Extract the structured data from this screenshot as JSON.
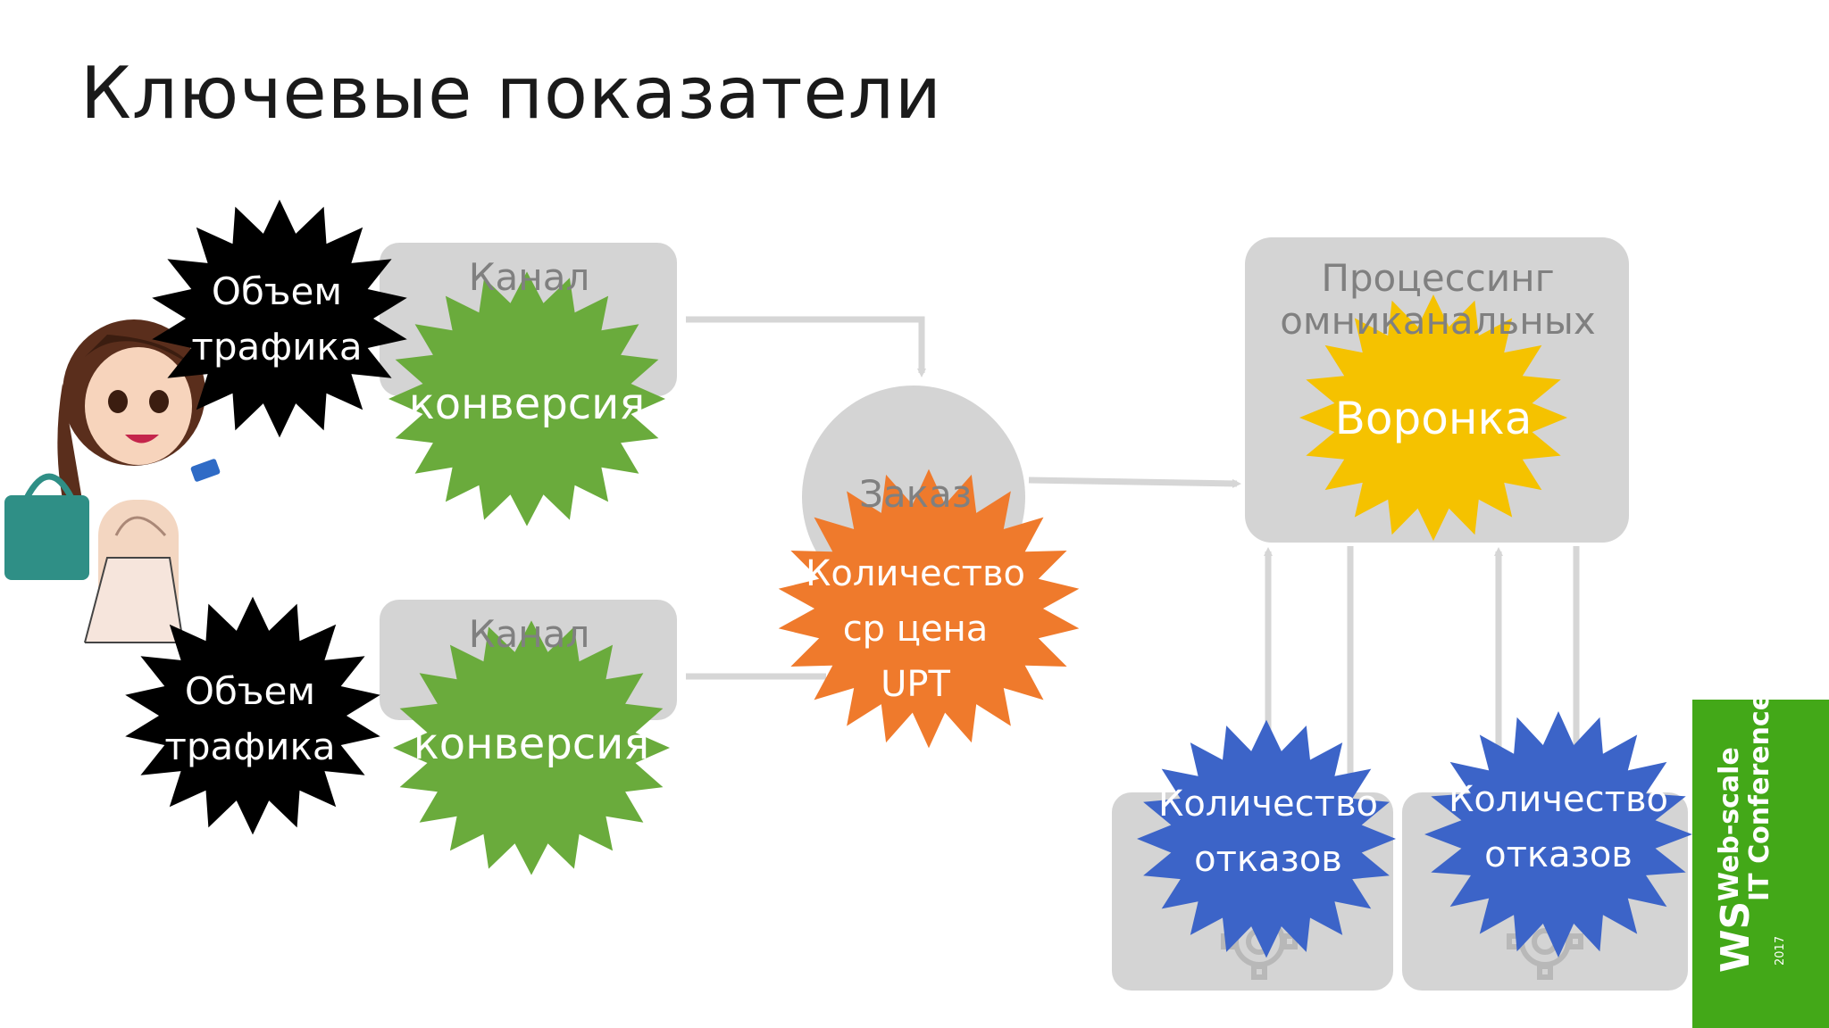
{
  "title": "Ключевые показатели",
  "boxes": {
    "channel_top": "Канал",
    "channel_bottom": "Канал",
    "order": "Заказ",
    "processing_line1": "Процессинг",
    "processing_line2": "омниканальных"
  },
  "bursts": {
    "traffic_top": [
      "Объем",
      "трафика"
    ],
    "conversion_top": "конверсия",
    "traffic_bottom": [
      "Объем",
      "трафика"
    ],
    "conversion_bottom": "конверсия",
    "order_metrics": [
      "Количество",
      "ср цена",
      "UPT"
    ],
    "funnel": "Воронка",
    "rejects_left": [
      "Количество",
      "отказов"
    ],
    "rejects_right": [
      "Количество",
      "отказов"
    ]
  },
  "colors": {
    "box_gray": "#d4d4d4",
    "arrow_gray": "#d6d6d6",
    "black_burst": "#000000",
    "green_burst": "#6aab3c",
    "orange_burst": "#ef7a2c",
    "yellow_burst": "#f5c200",
    "blue_burst": "#3c64c8",
    "logo_green": "#43a818"
  },
  "icons": [
    "shopper-illustration",
    "gear-icon"
  ],
  "logo": {
    "line1": "Web-scale",
    "line2": "IT Conference",
    "mark": "WS",
    "year": "2017"
  }
}
